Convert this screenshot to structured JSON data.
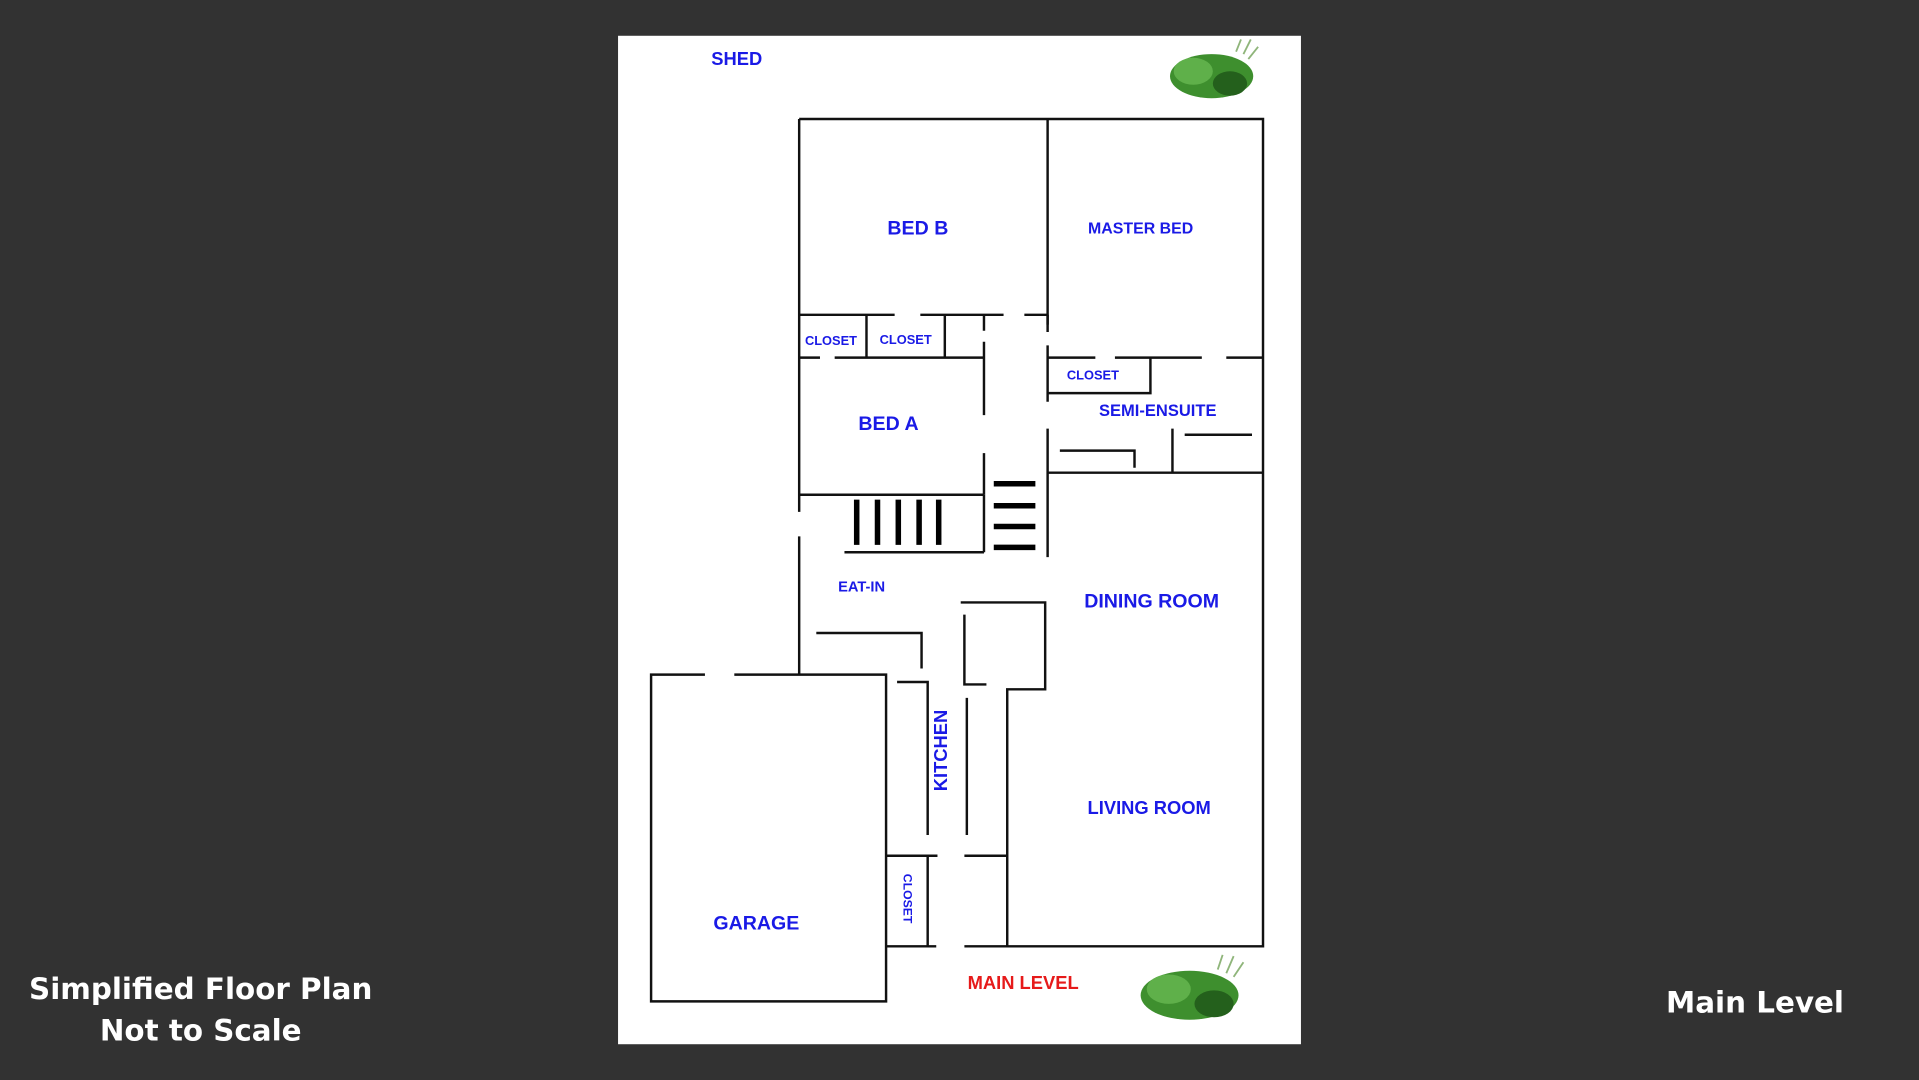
{
  "caption": {
    "line1": "Simplified Floor Plan",
    "line2": "Not to Scale"
  },
  "side_title": "Main Level",
  "plan": {
    "level_label": "MAIN LEVEL",
    "rooms": {
      "shed": "SHED",
      "bed_b": "BED B",
      "master_bed": "MASTER BED",
      "closet_1": "CLOSET",
      "closet_2": "CLOSET",
      "closet_master": "CLOSET",
      "semi_ensuite": "SEMI-ENSUITE",
      "bed_a": "BED A",
      "eat_in": "EAT-IN",
      "dining_room": "DINING ROOM",
      "kitchen": "KITCHEN",
      "living_room": "LIVING ROOM",
      "garage": "GARAGE",
      "closet_garage": "CLOSET"
    }
  },
  "colors": {
    "background": "#323232",
    "room_label": "#1a1ae6",
    "level_label": "#e61a1a",
    "plant": "#3a8a2a"
  }
}
